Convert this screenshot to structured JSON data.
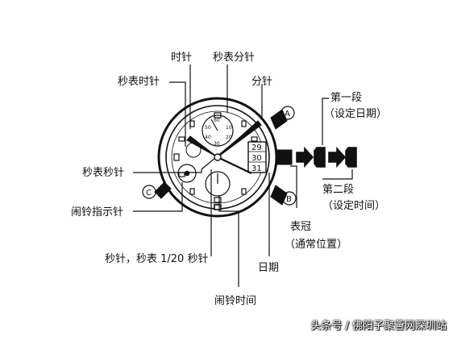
{
  "labels": {
    "hour_hand": "时针",
    "chrono_minute": "秒表分针",
    "chrono_hour": "秒表时针",
    "minute_hand": "分针",
    "first_position": "第一段",
    "first_position_desc": "（设定日期）",
    "second_position": "第二段",
    "second_position_desc": "（设定时间）",
    "chrono_second": "秒表秒针",
    "alarm_indicator": "闹铃指示针",
    "crown": "表冠",
    "crown_desc": "（通常位置）",
    "second_hand": "秒针，秒表 1/20 秒针",
    "date": "日期",
    "alarm_time": "闹铃时间"
  },
  "buttons": {
    "a": "A",
    "b": "B",
    "c": "C"
  },
  "dial": {
    "sub_top": [
      "60",
      "50",
      "10",
      "40",
      "20",
      "30"
    ],
    "date_numbers": [
      "29",
      "30",
      "31"
    ]
  },
  "watermark": "头条号 / 佛阳子聚薈网深圳站"
}
